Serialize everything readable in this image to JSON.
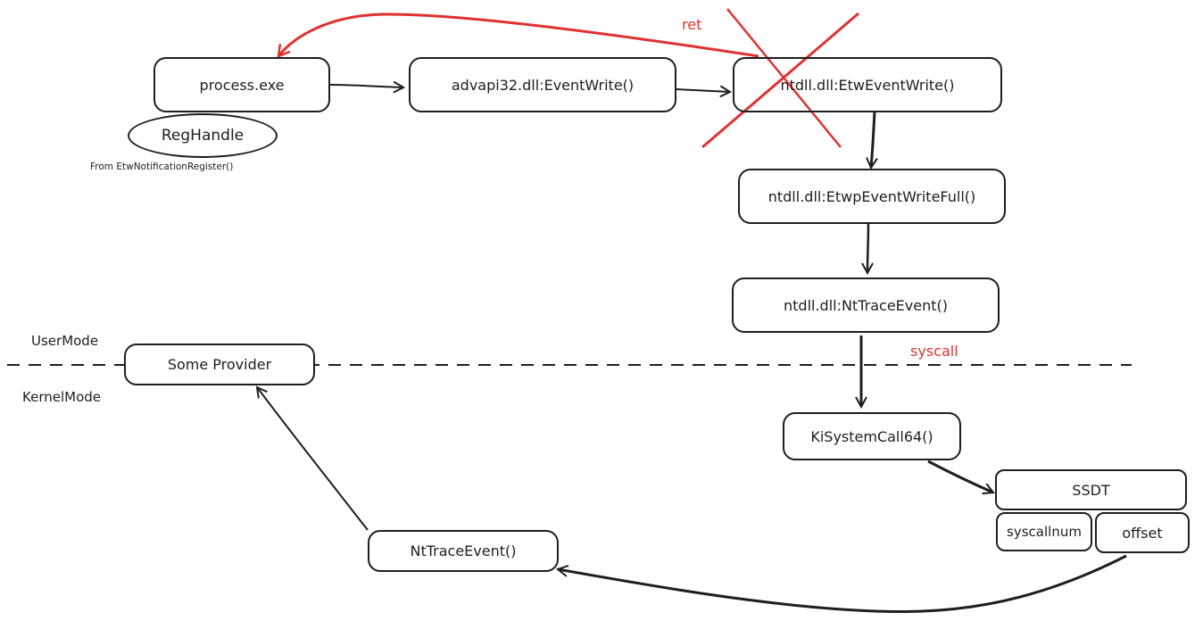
{
  "diagram": {
    "title": "ETW event write call flow",
    "colors": {
      "stroke": "#1e1e1e",
      "accent_red": "#e03131",
      "background": "#ffffff"
    },
    "nodes": {
      "process": "process.exe",
      "reghandle": "RegHandle",
      "reghandle_note": "From EtwNotificationRegister()",
      "eventwrite": "advapi32.dll:EventWrite()",
      "etweventwrite": "ntdll.dll:EtwEventWrite()",
      "etwpfull": "ntdll.dll:EtwpEventWriteFull()",
      "nttrace_user": "ntdll.dll:NtTraceEvent()",
      "kisyscall": "KiSystemCall64()",
      "ssdt": "SSDT",
      "syscallnum": "syscallnum",
      "offset": "offset",
      "nttrace_kernel": "NtTraceEvent()",
      "provider": "Some Provider"
    },
    "labels": {
      "ret": "ret",
      "syscall": "syscall",
      "usermode": "UserMode",
      "kernelmode": "KernelMode"
    },
    "annotations": {
      "crossed_out_node": "ntdll.dll:EtwEventWrite()"
    },
    "edges": [
      {
        "from": "process.exe",
        "to": "advapi32.dll:EventWrite()"
      },
      {
        "from": "advapi32.dll:EventWrite()",
        "to": "ntdll.dll:EtwEventWrite()"
      },
      {
        "from": "ntdll.dll:EtwEventWrite()",
        "to": "process.exe",
        "label": "ret",
        "color": "red"
      },
      {
        "from": "ntdll.dll:EtwEventWrite()",
        "to": "ntdll.dll:EtwpEventWriteFull()"
      },
      {
        "from": "ntdll.dll:EtwpEventWriteFull()",
        "to": "ntdll.dll:NtTraceEvent()"
      },
      {
        "from": "ntdll.dll:NtTraceEvent()",
        "to": "KiSystemCall64()",
        "label": "syscall"
      },
      {
        "from": "KiSystemCall64()",
        "to": "SSDT"
      },
      {
        "from": "offset",
        "to": "NtTraceEvent()"
      },
      {
        "from": "NtTraceEvent()",
        "to": "Some Provider"
      }
    ]
  }
}
